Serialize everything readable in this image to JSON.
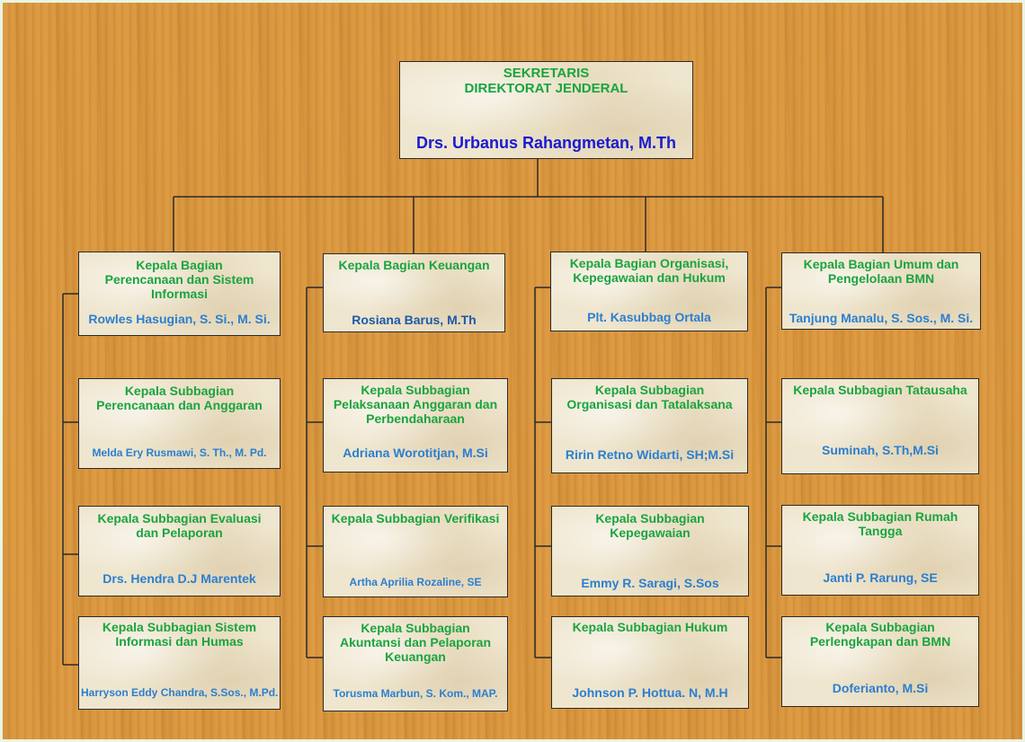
{
  "top": {
    "title": "SEKRETARIS\nDIREKTORAT  JENDERAL",
    "name": "Drs. Urbanus Rahangmetan, M.Th"
  },
  "columns": [
    {
      "head": {
        "title": "Kepala Bagian\nPerencanaan dan Sistem\nInformasi",
        "name": "Rowles Hasugian, S. Si., M. Si."
      },
      "subs": [
        {
          "title": "Kepala Subbagian\nPerencanaan  dan Anggaran",
          "name": "Melda Ery Rusmawi, S. Th., M. Pd."
        },
        {
          "title": "Kepala Subbagian Evaluasi\ndan Pelaporan",
          "name": "Drs. Hendra D.J Marentek"
        },
        {
          "title": "Kepala Subbagian Sistem\nInformasi dan Humas",
          "name": "Harryson Eddy Chandra, S.Sos., M.Pd."
        }
      ]
    },
    {
      "head": {
        "title": "Kepala Bagian Keuangan",
        "name": "Rosiana Barus, M.Th"
      },
      "subs": [
        {
          "title": "Kepala Subbagian\nPelaksanaan Anggaran dan\nPerbendaharaan",
          "name": "Adriana Worotitjan, M.Si"
        },
        {
          "title": "Kepala Subbagian Verifikasi",
          "name": "Artha Aprilia Rozaline, SE"
        },
        {
          "title": "Kepala Subbagian\nAkuntansi dan Pelaporan\nKeuangan",
          "name": "Torusma Marbun, S. Kom., MAP."
        }
      ]
    },
    {
      "head": {
        "title": "Kepala Bagian Organisasi,\nKepegawaian dan Hukum",
        "name": "Plt. Kasubbag Ortala"
      },
      "subs": [
        {
          "title": "Kepala Subbagian\nOrganisasi dan Tatalaksana",
          "name": "Ririn Retno Widarti, SH;M.Si"
        },
        {
          "title": "Kepala Subbagian\nKepegawaian",
          "name": "Emmy R. Saragi, S.Sos"
        },
        {
          "title": "Kepala Subbagian Hukum",
          "name": "Johnson P. Hottua. N, M.H"
        }
      ]
    },
    {
      "head": {
        "title": "Kepala Bagian Umum dan\nPengelolaan BMN",
        "name": "Tanjung Manalu, S. Sos., M. Si."
      },
      "subs": [
        {
          "title": "Kepala Subbagian Tatausaha",
          "name": "Suminah, S.Th,M.Si"
        },
        {
          "title": "Kepala Subbagian Rumah\nTangga",
          "name": "Janti P. Rarung, SE"
        },
        {
          "title": "Kepala Subbagian\nPerlengkapan dan BMN",
          "name": "Doferianto, M.Si"
        }
      ]
    }
  ]
}
